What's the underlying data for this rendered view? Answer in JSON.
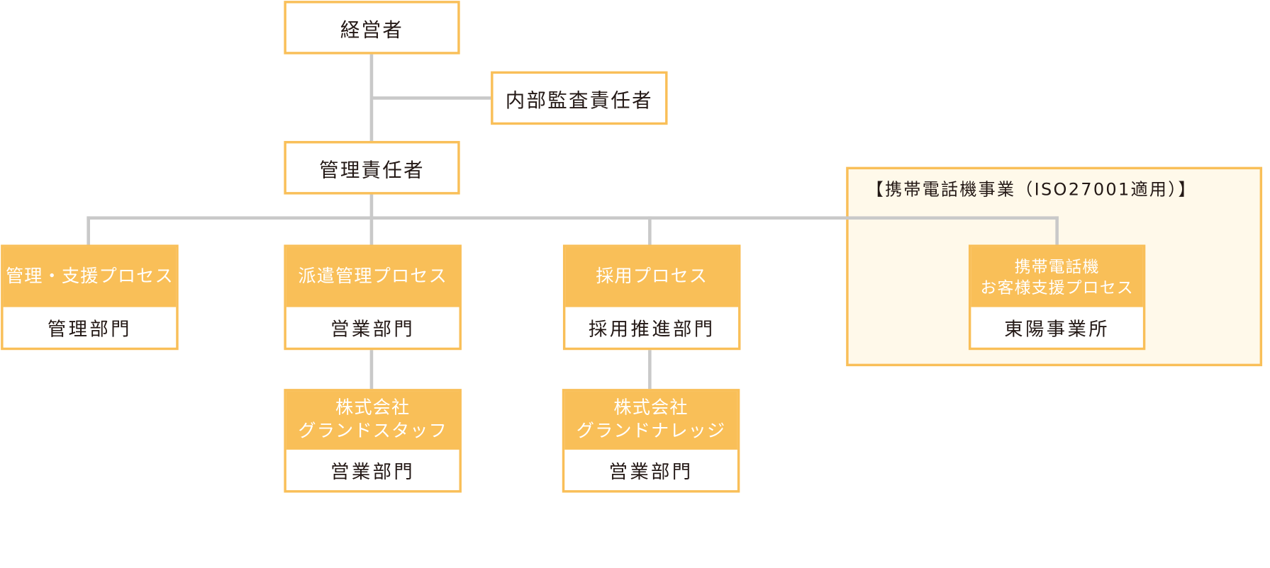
{
  "colors": {
    "accent": "#f9bf58",
    "group_background": "#fff9ea",
    "connector": "#c9c9c9",
    "text": "#231815"
  },
  "top": {
    "executive": "経営者",
    "internal_audit": "内部監査責任者",
    "manager": "管理責任者"
  },
  "group": {
    "label": "【携帯電話機事業（ISO27001適用）】"
  },
  "units": {
    "admin": {
      "process": "管理・支援プロセス",
      "department": "管理部門"
    },
    "dispatch": {
      "process": "派遣管理プロセス",
      "department": "営業部門"
    },
    "recruit": {
      "process": "採用プロセス",
      "department": "採用推進部門"
    },
    "mobile": {
      "process": "携帯電話機\nお客様支援プロセス",
      "department": "東陽事業所"
    },
    "grandstaff": {
      "process": "株式会社\nグランドスタッフ",
      "department": "営業部門"
    },
    "grandknowledge": {
      "process": "株式会社\nグランドナレッジ",
      "department": "営業部門"
    }
  }
}
